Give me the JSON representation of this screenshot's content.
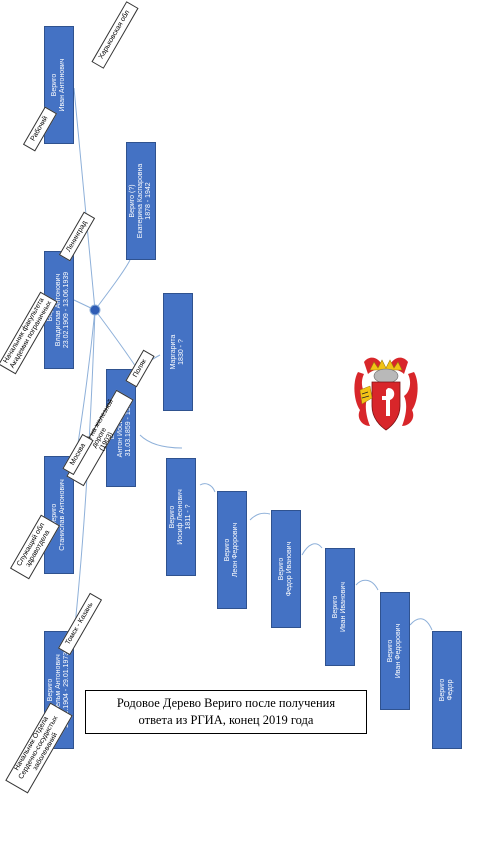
{
  "title": {
    "line1": "Родовое Дерево Вериго после получения",
    "line2": "ответа из РГИА, конец 2019 года"
  },
  "nodes": [
    {
      "id": "ivan_antonovich",
      "lines": [
        "Вериго",
        "Иван Антонович"
      ]
    },
    {
      "id": "ekaterina",
      "lines": [
        "Вериго (?)",
        "Екатерина Каспаровна",
        "1878 - 1942"
      ]
    },
    {
      "id": "vladislav",
      "lines": [
        "Вериго",
        "Владислав Антонович",
        "23.02.1909 - 13.06.1939"
      ]
    },
    {
      "id": "margarita",
      "lines": [
        "Маргарита",
        "1830 - ?"
      ]
    },
    {
      "id": "anton",
      "lines": [
        "Вериго",
        "Антон Иосифович",
        "31.03.1859 - 1919"
      ]
    },
    {
      "id": "stanislav",
      "lines": [
        "Вериго",
        "Станислав Антонович"
      ]
    },
    {
      "id": "iosif",
      "lines": [
        "Вериго",
        "Иосиф Леонович",
        "1811 - ?"
      ]
    },
    {
      "id": "leon",
      "lines": [
        "Вериго",
        "Леон Федорович"
      ]
    },
    {
      "id": "fedor_ivanovich",
      "lines": [
        "Вериго",
        "Федор Иванович"
      ]
    },
    {
      "id": "ivan_ivanovich",
      "lines": [
        "Вериго",
        "Иван Иванович"
      ]
    },
    {
      "id": "ivan_fedorovich",
      "lines": [
        "Вериго",
        "Иван Федорович"
      ]
    },
    {
      "id": "fedor",
      "lines": [
        "Вериго",
        "Федор"
      ]
    },
    {
      "id": "vilgelm",
      "lines": [
        "Вериго",
        "Вильгельм Антонович",
        "10.01.1904 - 29.01.1973"
      ]
    }
  ],
  "notes": [
    {
      "id": "kharkov",
      "lines": [
        "Харьковская обл"
      ]
    },
    {
      "id": "rabochy",
      "lines": [
        "Рабочий"
      ]
    },
    {
      "id": "leningrad",
      "lines": [
        "Ленинград"
      ]
    },
    {
      "id": "nachalnik_fakulteta",
      "lines": [
        "Начальник факультета",
        "Академии пограничных"
      ]
    },
    {
      "id": "polyak",
      "lines": [
        "Поляк"
      ]
    },
    {
      "id": "sluzhashchy",
      "lines": [
        "Служащий на железной дороге",
        "(1903)"
      ]
    },
    {
      "id": "moskva",
      "lines": [
        "Москва"
      ]
    },
    {
      "id": "sluzhashchy_obl",
      "lines": [
        "Служащий обл",
        "здравотдела"
      ]
    },
    {
      "id": "tomsk",
      "lines": [
        "Томск - Казань"
      ]
    },
    {
      "id": "nachalnik_otdela",
      "lines": [
        "Начальник Отдела",
        "Сердечно-сосудистых",
        "заболеваний"
      ]
    }
  ],
  "colors": {
    "node_fill": "#4472c4",
    "node_border": "#2f528f",
    "connector": "#8eb0d9",
    "hub": "#2f5db5"
  },
  "crest_icon": "coat-of-arms-icon"
}
